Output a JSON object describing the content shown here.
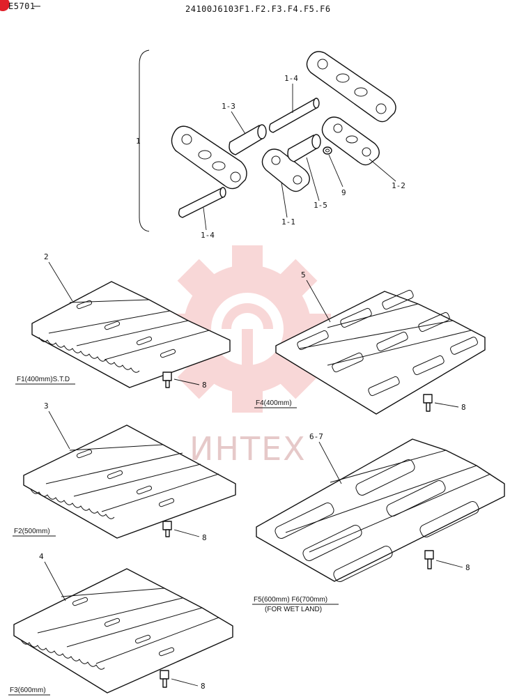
{
  "header": {
    "page_code": "E5701",
    "drawing_number": "24100J6103F1.F2.F3.F4.F5.F6"
  },
  "watermark": {
    "text": "ИНТЕХ"
  },
  "callouts": {
    "assembly": "1",
    "link_1_1": "1-1",
    "link_1_2": "1-2",
    "bushing_1_3": "1-3",
    "pin_1_4_top": "1-4",
    "pin_1_4_bottom": "1-4",
    "bushing_1_5": "1-5",
    "seal_9": "9",
    "shoe_2": "2",
    "shoe_3": "3",
    "shoe_4": "4",
    "shoe_5": "5",
    "shoe_6_7": "6-7",
    "bolt_8_a": "8",
    "bolt_8_b": "8",
    "bolt_8_c": "8",
    "bolt_8_d": "8",
    "bolt_8_e": "8"
  },
  "captions": {
    "f1": "F1(400mm)S.T.D",
    "f2": "F2(500mm)",
    "f3": "F3(600mm)",
    "f4": "F4(400mm)",
    "f5_f6": "F5(600mm) F6(700mm)",
    "f5_f6_note": "(FOR WET LAND)"
  },
  "colors": {
    "ink": "#111111",
    "watermark": "#f4b8b8",
    "corner_mark": "#e0202a"
  }
}
